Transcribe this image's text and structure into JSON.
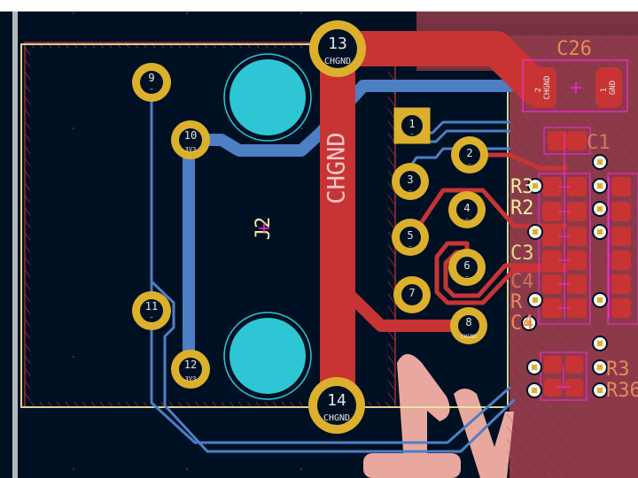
{
  "app": {
    "view": "PCB editor canvas",
    "colors": {
      "background": "#001023",
      "front_copper": "#c83434",
      "back_copper": "#4d7fc4",
      "pad": "#dcb02c",
      "npth_hole": "#2ec6d4",
      "silkscreen": "#f2eda1",
      "courtyard": "#ff26e2",
      "fab_text": "#e68a5c",
      "zone_fill": "#8c3a4a",
      "back_silk": "#e8a8a0"
    }
  },
  "footprint": {
    "reference": "J2",
    "copper_text": "CHGND",
    "pads": [
      {
        "number": "1",
        "net": "…",
        "shape": "square"
      },
      {
        "number": "2",
        "net": "…"
      },
      {
        "number": "3",
        "net": "…"
      },
      {
        "number": "4",
        "net": "…"
      },
      {
        "number": "5",
        "net": "…"
      },
      {
        "number": "6",
        "net": "…"
      },
      {
        "number": "7",
        "net": ""
      },
      {
        "number": "8",
        "net": "CHGND"
      },
      {
        "number": "9",
        "net": "…"
      },
      {
        "number": "10",
        "net": "3V3"
      },
      {
        "number": "11",
        "net": "…"
      },
      {
        "number": "12",
        "net": "3V3"
      },
      {
        "number": "13",
        "net": "CHGND"
      },
      {
        "number": "14",
        "net": "CHGND"
      }
    ]
  },
  "capacitor_c26": {
    "reference": "C26",
    "pads": [
      {
        "number": "2",
        "net": "CHGND"
      },
      {
        "number": "1",
        "net": "GND"
      }
    ]
  },
  "side_labels": {
    "c1": "C1",
    "r3": "R3",
    "r2": "R2",
    "c3": "C3",
    "c4a": "C4",
    "r": "R",
    "c4b": "C4",
    "r35": "R3",
    "r36": "R36"
  }
}
